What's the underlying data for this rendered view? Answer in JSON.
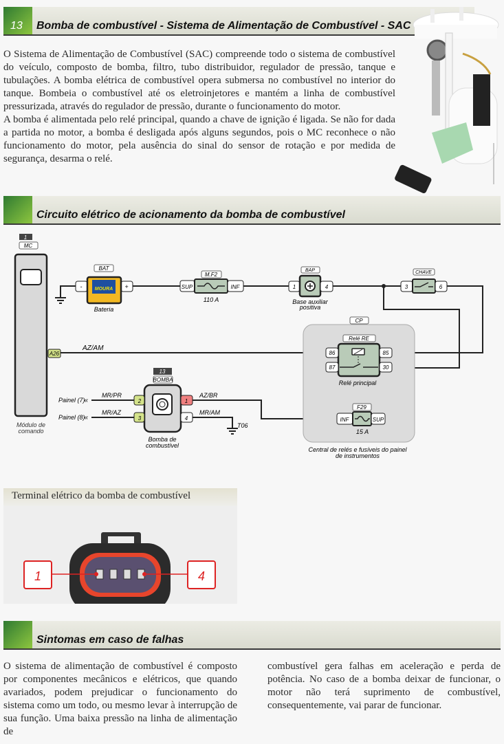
{
  "section1": {
    "number": "13",
    "title": "Bomba de combustível - Sistema de Alimentação de Combustível - SAC",
    "paragraphs": [
      "O Sistema de Alimentação de Combustível (SAC) compreende todo o sistema de combustível do veículo, composto de bomba, filtro, tubo distribuidor, regulador de pressão, tanque e tubulações. A bomba elétrica de combustível opera submersa no combustível no interior do tanque. Bombeia o combustível até os eletroinjetores e mantém a linha de combustível pressurizada, através do regulador de pressão, durante o funcionamento do motor.",
      "A bomba é alimentada pelo relé principal, quando a chave de ignição é ligada. Se não for dada a partida no motor, a bomba é desligada após alguns segundos, pois o MC reconhece o não funcionamento do motor, pela ausência do sinal do sensor de rotação e por medida de segurança, desarma o relé."
    ]
  },
  "section2": {
    "title": "Circuito elétrico de acionamento da bomba de combustível"
  },
  "diagram": {
    "mc": {
      "tag": "1",
      "label": "MC",
      "name_line1": "Módulo de",
      "name_line2": "comando",
      "pin": "A26"
    },
    "battery": {
      "label": "BAT",
      "minus": "-",
      "plus": "+",
      "name": "Bateria",
      "brand": "MOURA"
    },
    "fuse_main": {
      "label": "M.F2",
      "sup": "SUP",
      "inf": "INF",
      "rating": "110 A"
    },
    "bap": {
      "label": "BAP",
      "pin1": "1",
      "pin4": "4",
      "name_line1": "Base auxiliar",
      "name_line2": "positiva"
    },
    "switch": {
      "label": "CHAVE",
      "pin3": "3",
      "pin6": "6"
    },
    "cp": {
      "label": "CP",
      "name_line1": "Central de relés e fusíveis do painel",
      "name_line2": "de instrumentos"
    },
    "relay": {
      "label": "Relé RE",
      "pin86": "86",
      "pin87": "87",
      "pin85": "85",
      "pin30": "30",
      "name": "Relé principal"
    },
    "fuse_f29": {
      "label": "F29",
      "inf": "INF",
      "sup": "SUP",
      "rating": "15 A"
    },
    "pump": {
      "tag": "13",
      "label": "BOMBA",
      "pin1": "1",
      "pin2": "2",
      "pin3": "3",
      "pin4": "4",
      "name_line1": "Bomba de",
      "name_line2": "combustível"
    },
    "wires": {
      "az_am": "AZ/AM",
      "mr_pr": "MR/PR",
      "mr_az": "MR/AZ",
      "az_br": "AZ/BR",
      "mr_am": "MR/AM"
    },
    "refs": {
      "painel7": "Painel (7)",
      "painel8": "Painel (8)",
      "ground": "T06"
    }
  },
  "terminal": {
    "title": "Terminal elétrico da bomba de combustível",
    "pin_left": "1",
    "pin_right": "4"
  },
  "section3": {
    "title": "Sintomas em caso de falhas",
    "col_left": "O sistema de alimentação de combustível é composto por componentes mecânicos e elétricos, que quando avariados, podem prejudicar o funcionamento do sistema como um todo, ou mesmo levar à interrupção de sua função. Uma baixa pressão na linha de alimentação de",
    "col_right": "combustível gera falhas em aceleração e perda de potência. No caso de a bomba deixar de funcionar, o motor não terá suprimento de combustível, consequentemente, vai parar de funcionar."
  },
  "colors": {
    "accent_green": "#5a9e3a",
    "pin_green": "#d4e38a",
    "pin_red": "#f08080",
    "component": "#b9cbb8",
    "battery": "#f2b822"
  }
}
